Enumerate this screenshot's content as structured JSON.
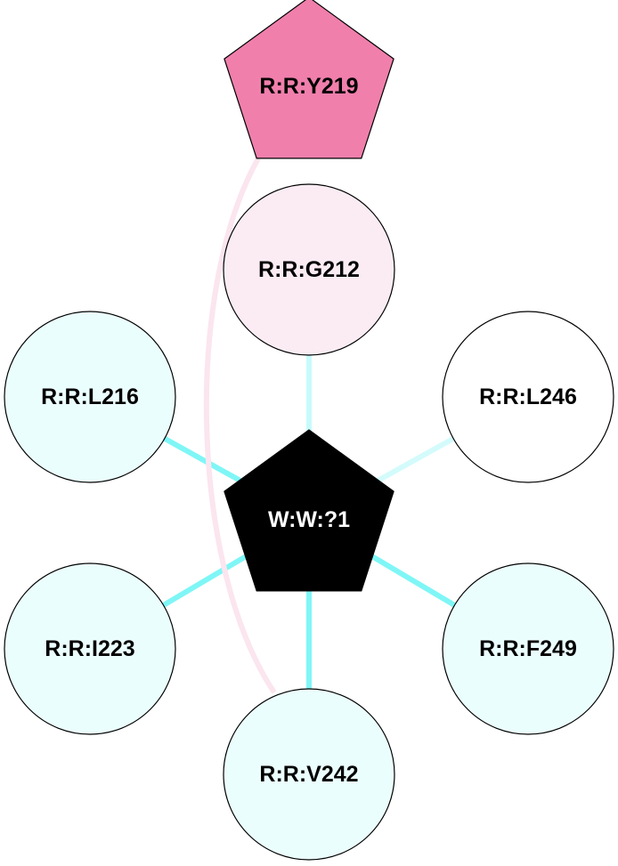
{
  "nodes": [
    {
      "id": "y219",
      "label": "R:R:Y219",
      "shape": "pentagon",
      "fill": "#f07fac",
      "text_color": "#000000"
    },
    {
      "id": "g212",
      "label": "R:R:G212",
      "shape": "circle",
      "fill": "#fbecf4",
      "text_color": "#000000"
    },
    {
      "id": "l216",
      "label": "R:R:L216",
      "shape": "circle",
      "fill": "#ebfefe",
      "text_color": "#000000"
    },
    {
      "id": "l246",
      "label": "R:R:L246",
      "shape": "circle",
      "fill": "#ffffff",
      "text_color": "#000000"
    },
    {
      "id": "w1",
      "label": "W:W:?1",
      "shape": "pentagon",
      "fill": "#000000",
      "text_color": "#ffffff"
    },
    {
      "id": "i223",
      "label": "R:R:I223",
      "shape": "circle",
      "fill": "#ebfefe",
      "text_color": "#000000"
    },
    {
      "id": "f249",
      "label": "R:R:F249",
      "shape": "circle",
      "fill": "#ebfefe",
      "text_color": "#000000"
    },
    {
      "id": "v242",
      "label": "R:R:V242",
      "shape": "circle",
      "fill": "#ebfefe",
      "text_color": "#000000"
    }
  ],
  "edges": [
    {
      "from": "w1",
      "to": "g212",
      "color": "#c8fafa"
    },
    {
      "from": "w1",
      "to": "l216",
      "color": "#7ff6f6"
    },
    {
      "from": "w1",
      "to": "l246",
      "color": "#d4fbfb"
    },
    {
      "from": "w1",
      "to": "i223",
      "color": "#7ff6f6"
    },
    {
      "from": "w1",
      "to": "f249",
      "color": "#7ff6f6"
    },
    {
      "from": "w1",
      "to": "v242",
      "color": "#7ff6f6"
    },
    {
      "from": "y219",
      "to": "v242",
      "color": "#fbe5ee",
      "curved": true
    }
  ]
}
